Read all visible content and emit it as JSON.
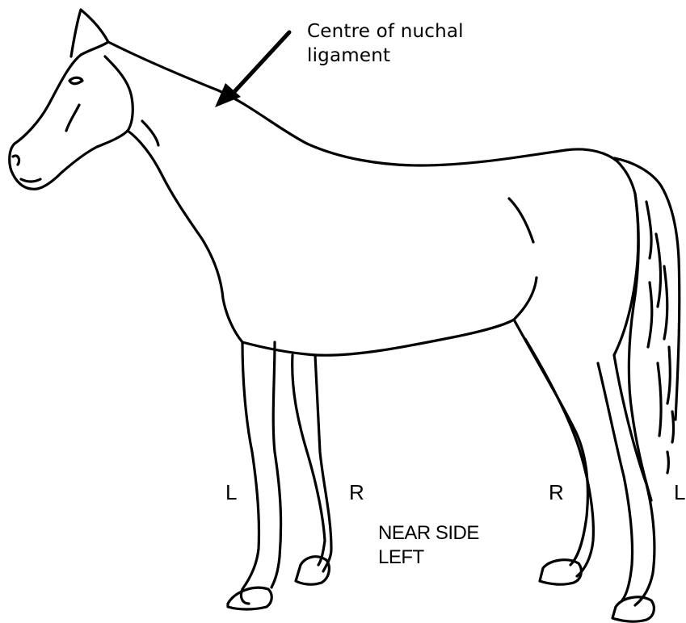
{
  "annotation": {
    "text_line1": "Centre of nuchal",
    "text_line2": "ligament"
  },
  "leg_labels": {
    "front_left": "L",
    "front_right": "R",
    "hind_right": "R",
    "hind_left": "L"
  },
  "view_caption": {
    "line1": "NEAR SIDE",
    "line2": "LEFT"
  },
  "colors": {
    "line": "#000000",
    "background": "#ffffff"
  }
}
